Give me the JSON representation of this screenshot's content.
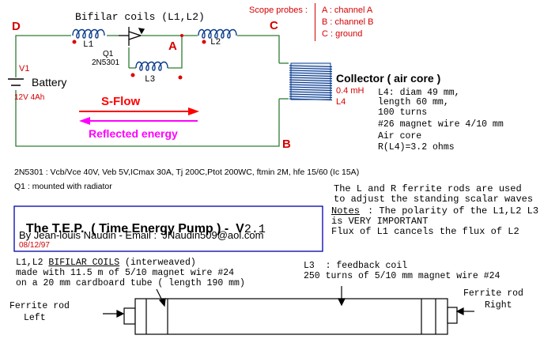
{
  "colors": {
    "wire": "#2e7d32",
    "label_red": "#d40000",
    "sflow": "#ff0000",
    "reflected": "#ff00ff",
    "coil": "#0a3c8c",
    "title_box": "#0000aa"
  },
  "circuit": {
    "title": "Bifilar coils (L1,L2)",
    "node_d": "D",
    "node_a": "A",
    "node_c": "C",
    "node_b": "B",
    "l1": "L1",
    "l2": "L2",
    "l3": "L3",
    "q1": "Q1",
    "q1_part": "2N5301",
    "v1": "V1",
    "battery": "Battery",
    "battery_spec": "12V 4Ah",
    "sflow": "S-Flow",
    "reflected": "Reflected energy",
    "collector": "Collector ( air core )",
    "l4_value": "0.4 mH",
    "l4_label": "L4",
    "l4_specs": [
      "L4: diam 49 mm,",
      "length 60 mm,",
      "100 turns",
      "#26 magnet wire 4/10 mm",
      "Air core",
      "R(L4)=3.2 ohms"
    ]
  },
  "probes": {
    "title": "Scope probes :",
    "items": [
      "A : channel A",
      "B : channel B",
      "C : ground"
    ]
  },
  "specs": {
    "line1": "2N5301 : Vcb/Vce 40V, Veb 5V,ICmax 30A, Tj 200C,Ptot 200WC, ftmin 2M, hfe 15/60 (Ic 15A)",
    "line2": "Q1 : mounted with radiator"
  },
  "notes": {
    "ferrite": [
      "The L and R ferrite rods are used",
      "to adjust the standing scalar waves"
    ],
    "label": "Notes",
    "polarity": [
      ": The polarity of the L1,L2 L3",
      "is VERY IMPORTANT",
      "Flux of L1 cancels the flux of L2"
    ]
  },
  "title_box": {
    "title": "The T.E.P.  ( Time Energy Pump ) -  V",
    "version": "2.1",
    "author": "By Jean-louis Naudin - Email :  JNaudin509@aol.com",
    "date": "08/12/97"
  },
  "bottom": {
    "l1l2_title": "L1,L2",
    "l1l2_underlined": "BIFILAR COILS",
    "l1l2_suffix": "(interweaved)",
    "l1l2_lines": [
      "made with 11.5 m of 5/10 magnet wire #24",
      "on a 20 mm cardboard tube ( length 190 mm)"
    ],
    "l3_lines": [
      "L3  : feedback coil",
      "250 turns of 5/10 mm magnet wire #24"
    ],
    "ferrite_left": [
      "Ferrite rod",
      "Left"
    ],
    "ferrite_right": [
      "Ferrite rod",
      "Right"
    ]
  }
}
